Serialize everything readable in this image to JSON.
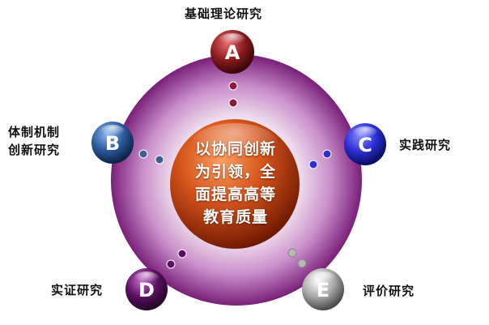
{
  "center": {
    "lines": [
      "以协同创新",
      "为引领，全",
      "面提高高等",
      "教育质量"
    ]
  },
  "nodes": [
    {
      "letter": "A",
      "label_lines": [
        "基础理论研究"
      ],
      "color": "#8e1c20"
    },
    {
      "letter": "B",
      "label_lines": [
        "体制机制",
        "创新研究"
      ],
      "color": "#2d5a9e"
    },
    {
      "letter": "C",
      "label_lines": [
        "实践研究"
      ],
      "color": "#2a2ed4"
    },
    {
      "letter": "D",
      "label_lines": [
        "实证研究"
      ],
      "color": "#5a1060"
    },
    {
      "letter": "E",
      "label_lines": [
        "评价研究"
      ],
      "color": "#a8a8a8"
    }
  ],
  "colors": {
    "outer_ring": "#7a1f7a",
    "center_ball": "#d8551b"
  }
}
